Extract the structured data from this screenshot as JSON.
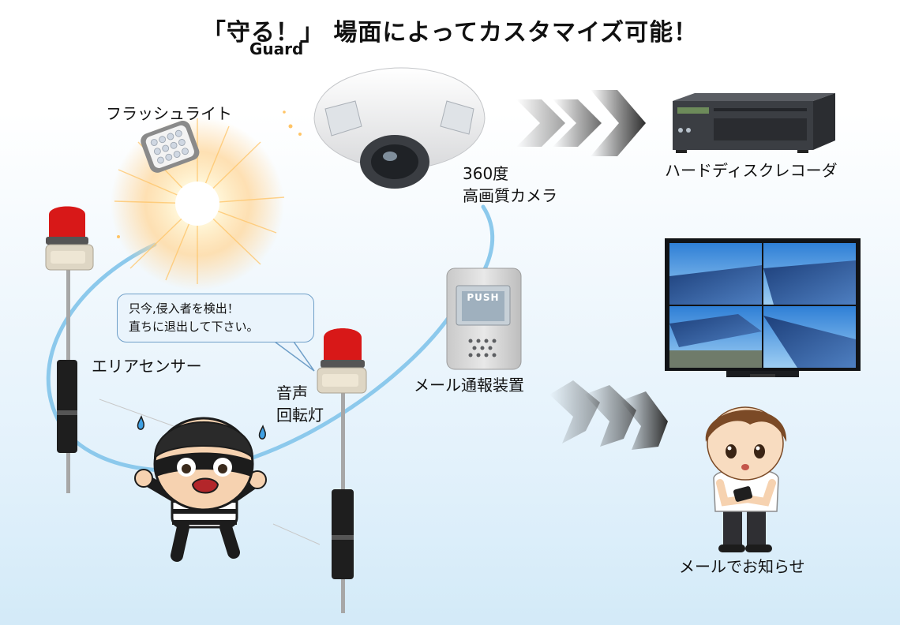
{
  "title": "「守る！」 場面によってカスタマイズ可能！",
  "subtitle": "Guard",
  "labels": {
    "flash_light": "フラッシュライト",
    "camera_line1": "360度",
    "camera_line2": "高画質カメラ",
    "recorder": "ハードディスクレコーダ",
    "area_sensor": "エリアセンサー",
    "siren_line1": "音声",
    "siren_line2": "回転灯",
    "mail_device": "メール通報装置",
    "mail_notice": "メールでお知らせ",
    "push_button": "PUSH"
  },
  "speech_bubble": {
    "line1": "只今,侵入者を検出！",
    "line2": "直ちに退出して下さい。"
  },
  "colors": {
    "cable": "#8cc9ec",
    "arrow": "#3a3a3a",
    "siren_red": "#d81818",
    "bubble_border": "#6f9fc8"
  }
}
